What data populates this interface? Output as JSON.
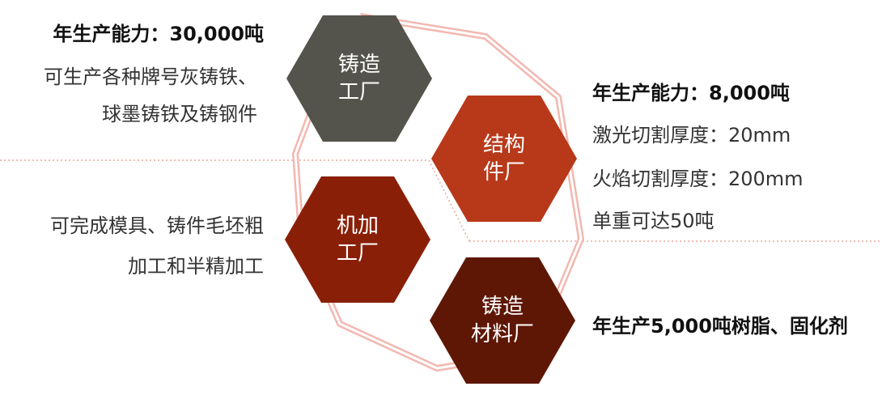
{
  "colors": {
    "foundry": "#54544c",
    "structural": "#b8391a",
    "machining": "#8a1f08",
    "materials": "#5e1605",
    "connector": "#f2b8b0",
    "divider": "#e8a79b"
  },
  "hexagons": {
    "foundry": {
      "line1": "铸造",
      "line2": "工厂"
    },
    "structural": {
      "line1": "结构",
      "line2": "件厂"
    },
    "machining": {
      "line1": "机加",
      "line2": "工厂"
    },
    "materials": {
      "line1": "铸造",
      "line2": "材料厂"
    }
  },
  "foundry_info": {
    "capacity": "年生产能力：30,000吨",
    "desc1": "可生产各种牌号灰铸铁、",
    "desc2": "球墨铸铁及铸钢件"
  },
  "structural_info": {
    "capacity": "年生产能力：8,000吨",
    "laser": "激光切割厚度：20mm",
    "flame": "火焰切割厚度：200mm",
    "weight": "单重可达50吨"
  },
  "machining_info": {
    "desc1": "可完成模具、铸件毛坯粗",
    "desc2": "加工和半精加工"
  },
  "materials_info": {
    "capacity": "年生产5,000吨树脂、固化剂"
  }
}
